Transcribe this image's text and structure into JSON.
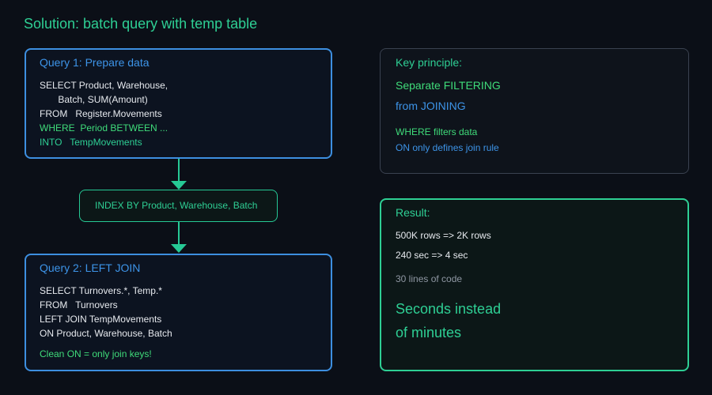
{
  "title": "Solution: batch query with temp table",
  "query1": {
    "heading": "Query 1: Prepare data",
    "lines": [
      "SELECT Product, Warehouse,",
      "       Batch, SUM(Amount)",
      "FROM   Register.Movements",
      "WHERE  Period BETWEEN ...",
      "INTO   TempMovements"
    ]
  },
  "index_step": "INDEX BY Product, Warehouse, Batch",
  "query2": {
    "heading": "Query 2: LEFT JOIN",
    "lines": [
      "SELECT Turnovers.*, Temp.*",
      "FROM   Turnovers",
      "LEFT JOIN TempMovements",
      "ON Product, Warehouse, Batch"
    ],
    "note": "Clean ON = only join keys!"
  },
  "key_principle": {
    "heading": "Key principle:",
    "line1": "Separate FILTERING",
    "line2": "from JOINING",
    "where_text": "WHERE filters data",
    "on_text": "ON only defines join rule"
  },
  "result": {
    "heading": "Result:",
    "rows": "500K rows => 2K rows",
    "time": "240 sec  => 4 sec",
    "lines_of_code": "30 lines of code",
    "headline1": "Seconds instead",
    "headline2": "of minutes"
  },
  "colors": {
    "accent_green": "#2ecf94",
    "accent_blue": "#3d94e8",
    "lime": "#3fdc7a",
    "background": "#0b0f17"
  }
}
